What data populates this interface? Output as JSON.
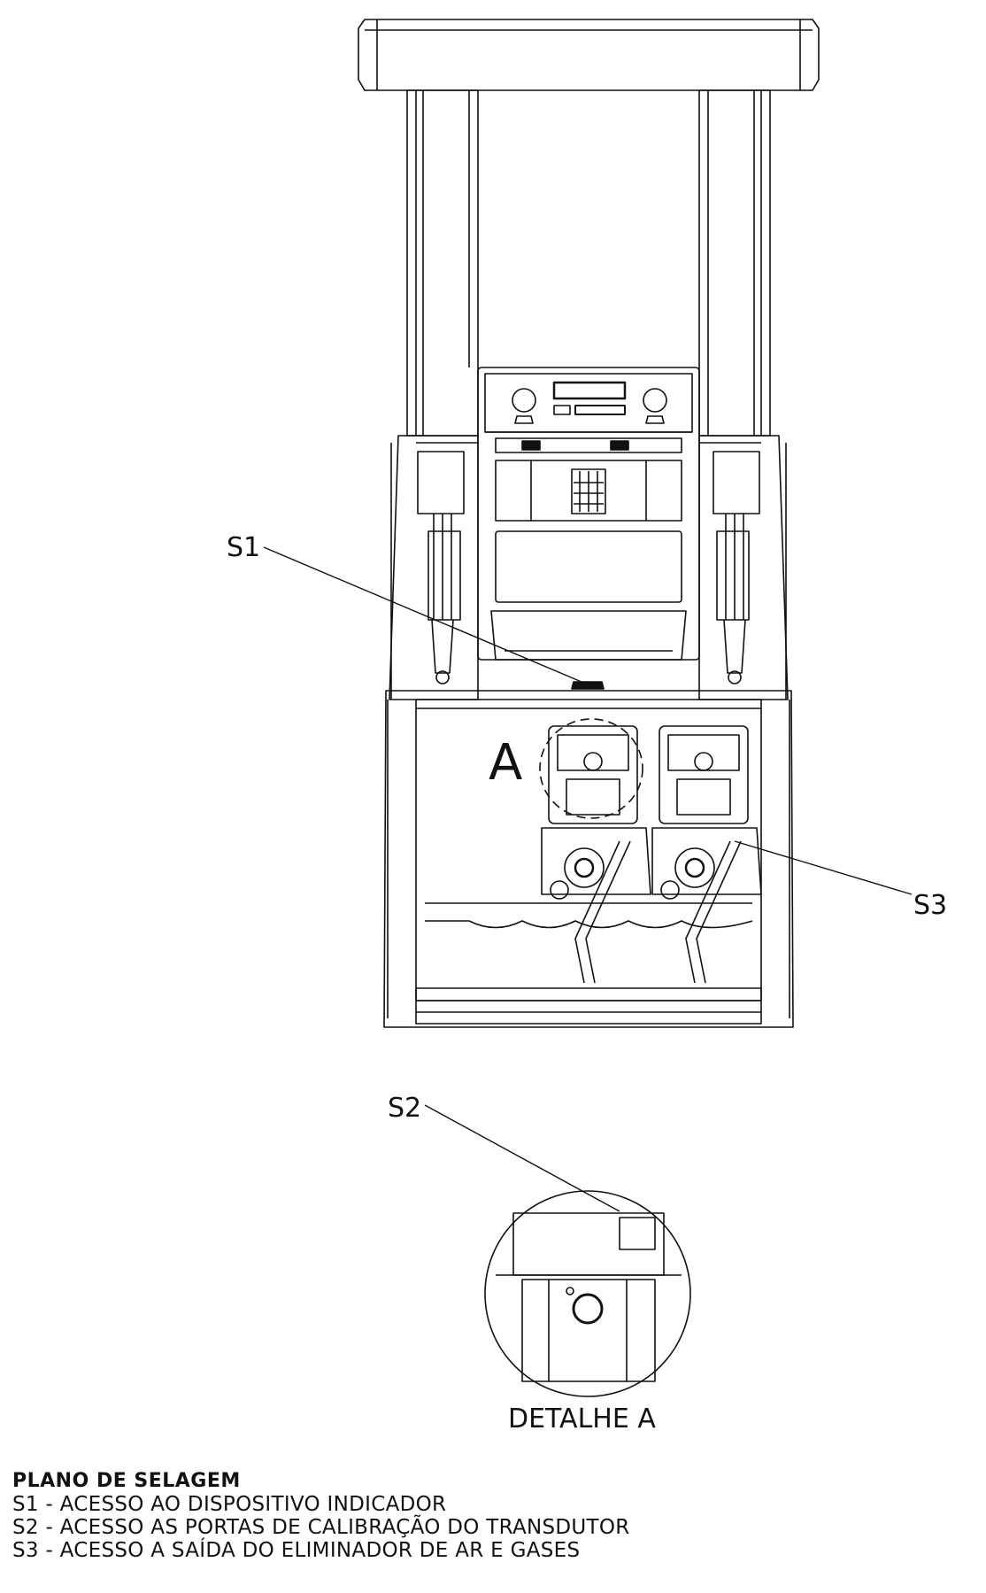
{
  "callouts": {
    "s1": "S1",
    "s2": "S2",
    "s3": "S3",
    "detail_letter": "A"
  },
  "detail_caption": "DETALHE A",
  "legend": {
    "title": "PLANO DE SELAGEM",
    "items": [
      "S1 - ACESSO AO DISPOSITIVO INDICADOR",
      "S2 - ACESSO AS PORTAS DE CALIBRAÇÃO DO TRANSDUTOR",
      "S3 - ACESSO A SAÍDA DO ELIMINADOR DE AR E GASES"
    ]
  }
}
